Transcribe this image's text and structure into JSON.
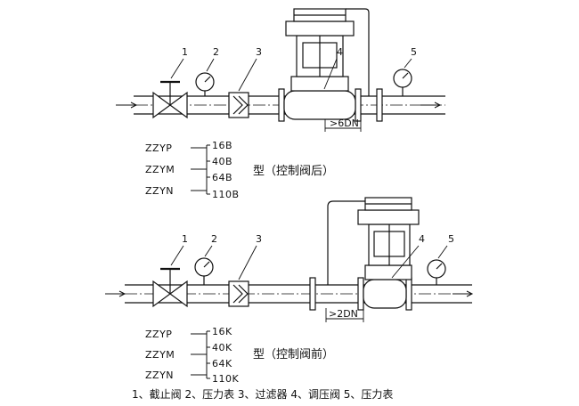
{
  "top": {
    "callouts": [
      "1",
      "2",
      "3",
      "4",
      "5"
    ],
    "dimension": ">6DN",
    "models": [
      "ZZYP",
      "ZZYM",
      "ZZYN"
    ],
    "codes": [
      "16B",
      "40B",
      "64B",
      "110B"
    ],
    "caption": "型（控制阀后）"
  },
  "bottom": {
    "callouts": [
      "1",
      "2",
      "3",
      "4",
      "5"
    ],
    "dimension": ">2DN",
    "models": [
      "ZZYP",
      "ZZYM",
      "ZZYN"
    ],
    "codes": [
      "16K",
      "40K",
      "64K",
      "110K"
    ],
    "caption": "型（控制阀前）"
  },
  "legend": "1、截止阀 2、压力表 3、过滤器 4、调压阀 5、压力表"
}
